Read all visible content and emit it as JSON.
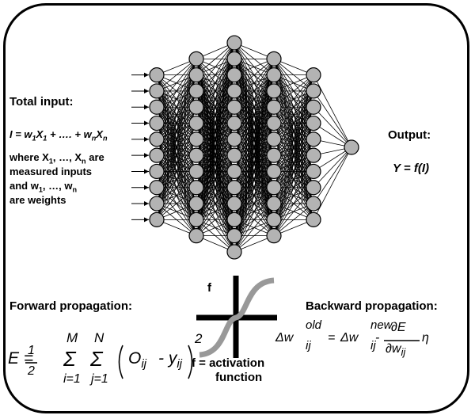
{
  "total_input": {
    "title": "Total input:",
    "eq_lhs": "I = w",
    "eq_x1": "X",
    "eq_mid": " + …. + w",
    "eq_xn": "X",
    "sub_1": "1",
    "sub_n": "n",
    "where_1": "where X",
    "where_1b": ", …, X",
    "where_1c": " are",
    "where_2": "measured inputs",
    "where_3": "and w",
    "where_3b": ", …, w",
    "where_4": "are weights"
  },
  "output": {
    "title": "Output:",
    "eq": "Y = f(I)"
  },
  "forward": {
    "title": "Forward propagation:",
    "E": "E =",
    "half_num": "1",
    "half_den": "2",
    "M": "M",
    "i1": "i=1",
    "N": "N",
    "j1": "j=1",
    "O": "O",
    "ij": "ij",
    "minus_y": "- y",
    "ij2": "ij",
    "sq": "2"
  },
  "activation": {
    "f": "f",
    "label_1": "f = activation",
    "label_2": "function"
  },
  "backward": {
    "title": "Backward propagation:",
    "dw": "Δw",
    "old": "old",
    "ij": "ij",
    "eq": "=",
    "dw2": "Δw",
    "new": "new",
    "ij2": "ij",
    "minus": "-",
    "dE": "∂E",
    "dw3": "∂w",
    "ij3": "ij",
    "eta": "η"
  },
  "network": {
    "layers": [
      10,
      12,
      14,
      12,
      10,
      1
    ],
    "node_color": "#b3b3b3",
    "sigmoid_color": "#999999"
  }
}
